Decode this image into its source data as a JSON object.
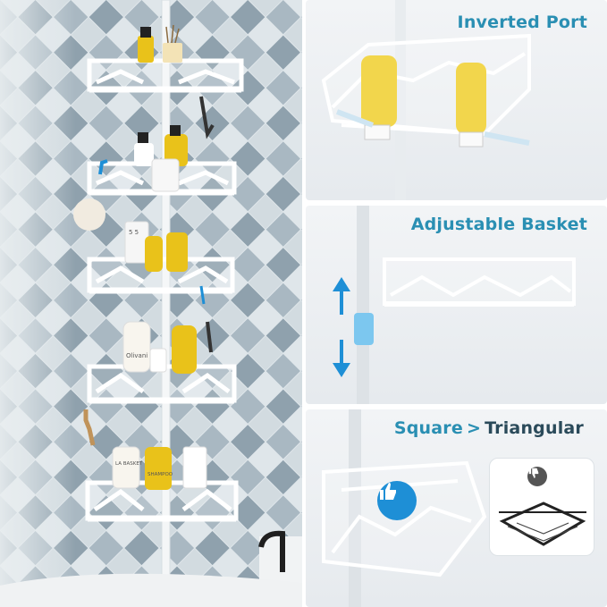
{
  "panels": {
    "inverted": {
      "title": "Inverted Port"
    },
    "adjustable": {
      "title": "Adjustable Basket"
    },
    "compare": {
      "title_a": "Square",
      "separator": ">",
      "title_b": "Triangular"
    }
  },
  "bottles": {
    "shelf3_label": "5 5",
    "shelf4_label": "Olivani",
    "shelf5_label_a": "LA BASKET",
    "shelf5_label_b": "SHAMPOO"
  },
  "colors": {
    "accent": "#2a8fb3",
    "arrow": "#1e8fd6",
    "tile_dark": "#8fa1ad",
    "tile_light": "#dfe6ea",
    "shelf": "#ffffff",
    "bottle_yellow": "#e9c21a"
  },
  "icons": {
    "thumbs_up": "thumbs-up-icon",
    "thumbs_down": "thumbs-down-icon",
    "arrow_up": "arrow-up-icon",
    "arrow_down": "arrow-down-icon"
  }
}
